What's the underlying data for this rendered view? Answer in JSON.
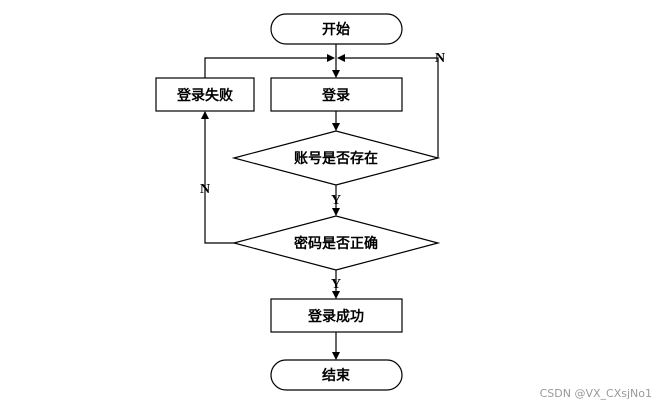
{
  "nodes": {
    "start": "开始",
    "login": "登录",
    "login_failed": "登录失败",
    "account_exists": "账号是否存在",
    "password_correct": "密码是否正确",
    "login_success": "登录成功",
    "end": "结束"
  },
  "branches": {
    "account_no": "N",
    "account_yes": "Y",
    "password_no": "N",
    "password_yes": "Y"
  },
  "watermark": "CSDN @VX_CXsjNo1"
}
